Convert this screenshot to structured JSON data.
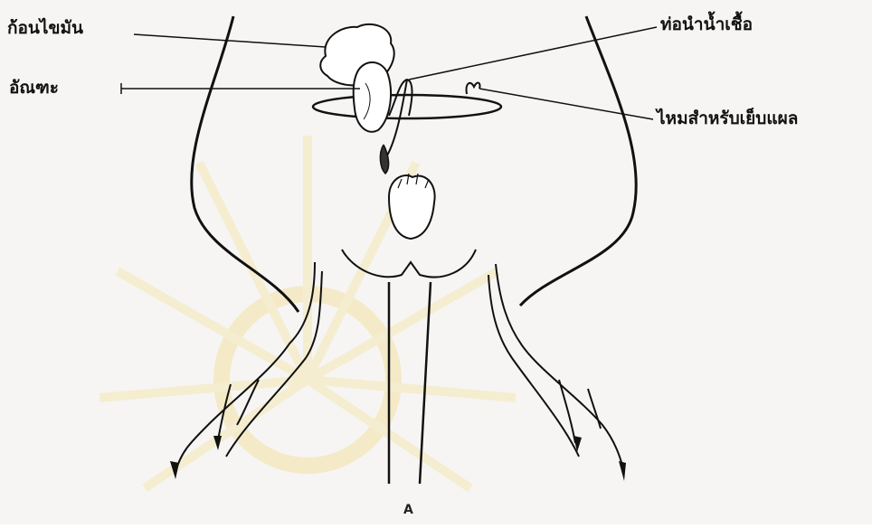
{
  "labels": {
    "fat_body": "ก้อนไขมัน",
    "testis": "อัณฑะ",
    "vas_deferens": "ท่อนำน้ำเชื้อ",
    "suture_thread": "ไหมสำหรับเย็บแผล"
  },
  "panel_letter": "A",
  "colors": {
    "paper": "#f6f5f3",
    "ink": "#111111",
    "watermark": "#f3e2a6"
  }
}
